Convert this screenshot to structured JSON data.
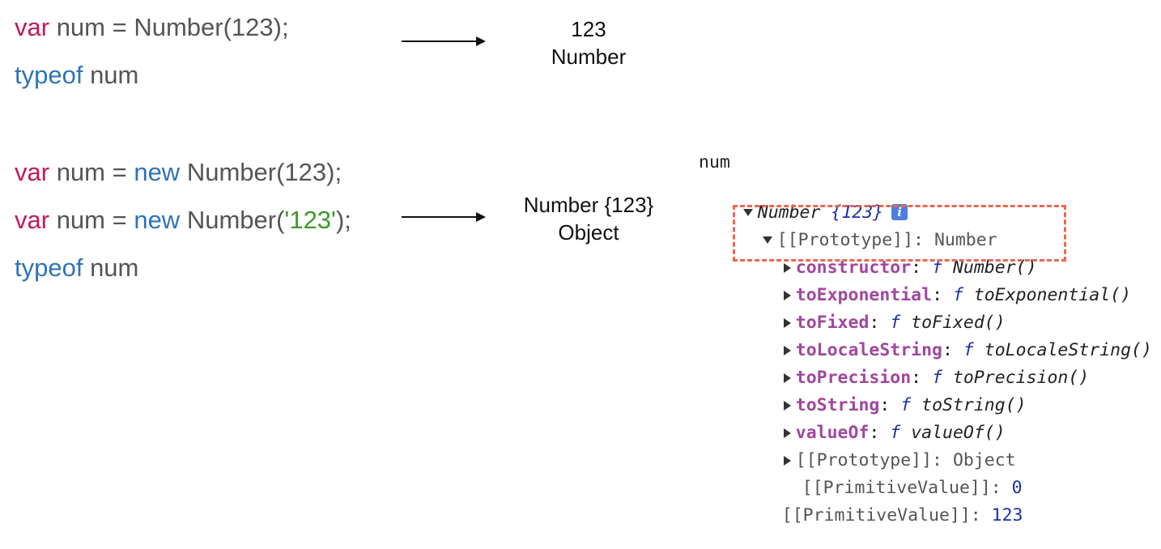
{
  "top_example": {
    "line1": {
      "kw": "var",
      "rest": " num = Number(123);"
    },
    "line2": {
      "kw": "typeof",
      "rest": " num"
    },
    "result_value": "123",
    "result_type": "Number"
  },
  "bottom_example": {
    "line1": {
      "kw": "var",
      "rest1": " num = ",
      "kw_new": "new",
      "rest2": " Number(123);"
    },
    "line2": {
      "kw": "var",
      "rest1": " num = ",
      "kw_new": "new",
      "rest2": " Number(",
      "str": "'123'",
      "rest3": ");"
    },
    "line3": {
      "kw": "typeof",
      "rest": " num"
    },
    "result_value": "Number {123}",
    "result_type": "Object"
  },
  "console": {
    "expr": "num",
    "root_type": "Number ",
    "root_value": "{123}",
    "info_icon": "i",
    "proto_label": "[[Prototype]]: Number",
    "constructor_key": "constructor",
    "constructor_val": "Number()",
    "f": "f",
    "members": [
      {
        "key": "toExponential",
        "val": "toExponential()"
      },
      {
        "key": "toFixed",
        "val": "toFixed()"
      },
      {
        "key": "toLocaleString",
        "val": "toLocaleString()"
      },
      {
        "key": "toPrecision",
        "val": "toPrecision()"
      },
      {
        "key": "toString",
        "val": "toString()"
      },
      {
        "key": "valueOf",
        "val": "valueOf()"
      }
    ],
    "inner_proto": "[[Prototype]]: Object",
    "inner_primitive_key": "[[PrimitiveValue]]: ",
    "inner_primitive_val": "0",
    "outer_primitive_key": "[[PrimitiveValue]]: ",
    "outer_primitive_val": "123"
  },
  "colors": {
    "keyword_var": "#c2185b",
    "keyword_blue": "#2f73b6",
    "string_green": "#3a9a28",
    "property_purple": "#a1479e",
    "highlight_box": "#e8694f"
  }
}
